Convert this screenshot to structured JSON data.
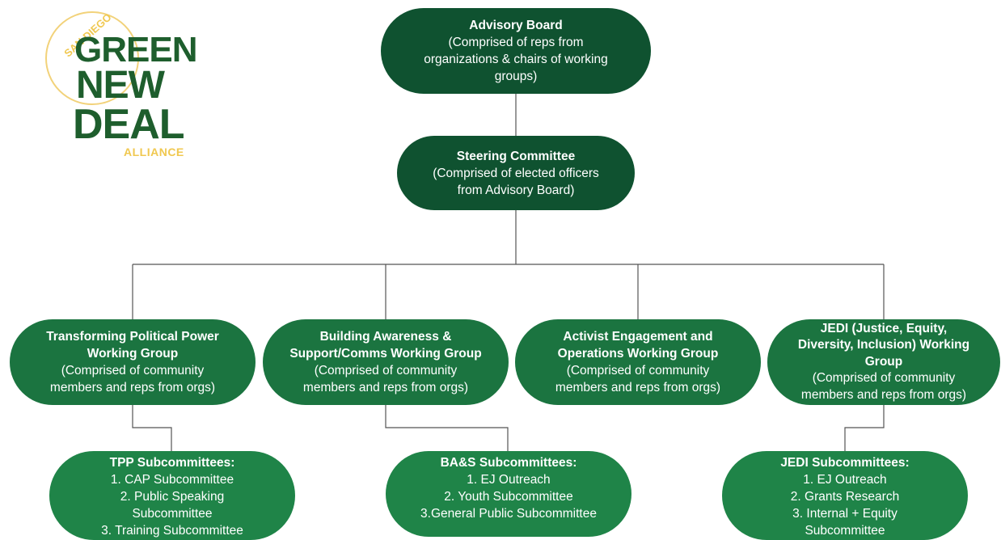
{
  "logo": {
    "arc_text": "SAN DIEGO",
    "word1": "GREEN",
    "word2": "NEW",
    "word3": "DEAL",
    "tagline": "ALLIANCE",
    "colors": {
      "green": "#1e5e2d",
      "gold": "#f0c850"
    }
  },
  "nodes": {
    "advisory": {
      "title": "Advisory Board",
      "desc": [
        "(Comprised of reps from",
        "organizations & chairs of working",
        "groups)"
      ]
    },
    "steering": {
      "title": "Steering Committee",
      "desc": [
        "(Comprised of elected officers",
        "from Advisory Board)"
      ]
    },
    "tpp": {
      "title": [
        "Transforming Political Power",
        "Working Group"
      ],
      "desc": [
        "(Comprised of community",
        "members and reps from orgs)"
      ]
    },
    "bas": {
      "title": [
        "Building Awareness &",
        "Support/Comms Working Group"
      ],
      "desc": [
        "(Comprised of community",
        "members and reps from orgs)"
      ]
    },
    "aeo": {
      "title": [
        "Activist Engagement and",
        "Operations Working Group"
      ],
      "desc": [
        "(Comprised of community",
        "members and reps from orgs)"
      ]
    },
    "jedi": {
      "title": [
        "JEDI (Justice, Equity,",
        "Diversity, Inclusion) Working",
        "Group"
      ],
      "desc": [
        "(Comprised of community",
        "members and reps from orgs)"
      ]
    }
  },
  "subcommittees": {
    "tpp": {
      "title": "TPP Subcommittees:",
      "items": [
        "1. CAP Subcommittee",
        "2. Public Speaking",
        "Subcommittee",
        "3.  Training Subcommittee"
      ]
    },
    "bas": {
      "title": "BA&S Subcommittees:",
      "items": [
        "1. EJ Outreach",
        "2.  Youth Subcommittee",
        "3.General Public Subcommittee"
      ]
    },
    "jedi": {
      "title": "JEDI Subcommittees:",
      "items": [
        "1. EJ Outreach",
        "2. Grants Research",
        "3. Internal + Equity",
        "Subcommittee"
      ]
    }
  },
  "colors": {
    "dark_green": "#0f5230",
    "mid_green": "#1b7440",
    "light_green": "#1f8448",
    "connector": "#555555"
  }
}
